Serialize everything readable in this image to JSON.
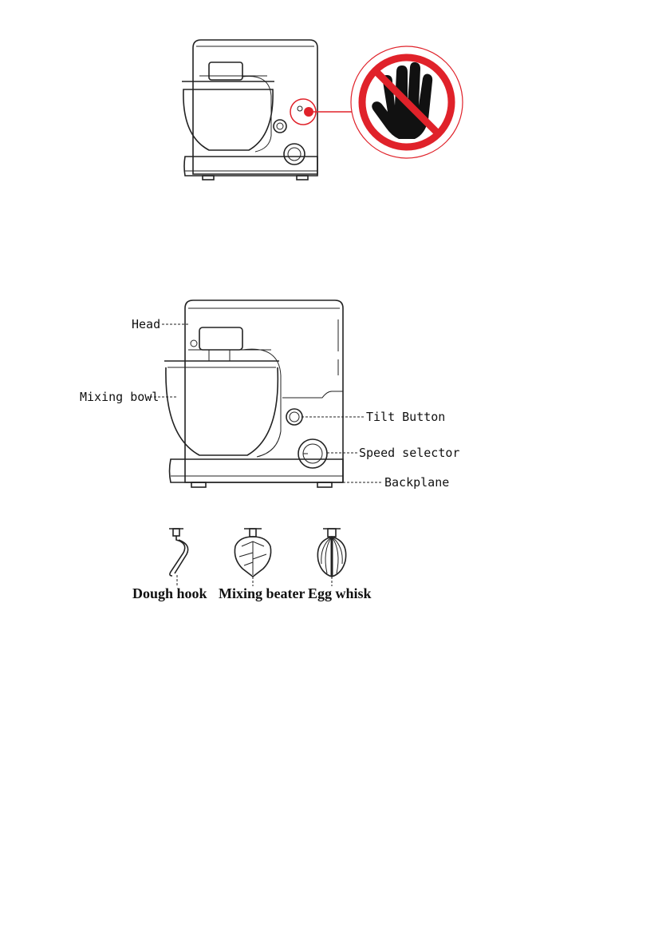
{
  "warning": {
    "icon": "no-touch-hand-icon",
    "ring_color": "#e0222a"
  },
  "labels": {
    "head": "Head",
    "mixing_bowl": "Mixing bowl",
    "tilt_button": "Tilt Button",
    "speed_selector": "Speed selector",
    "backplane": "Backplane"
  },
  "accessories": [
    {
      "name": "Dough hook",
      "icon": "dough-hook-icon"
    },
    {
      "name": "Mixing beater",
      "icon": "mixing-beater-icon"
    },
    {
      "name": "Egg whisk",
      "icon": "egg-whisk-icon"
    }
  ]
}
